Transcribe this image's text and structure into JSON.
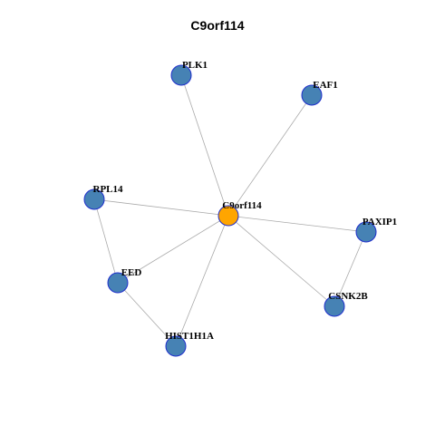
{
  "title": "C9orf114",
  "colors": {
    "center_fill": "#FFA500",
    "node_fill": "#4682B4",
    "node_stroke": "#1F2FCC",
    "edge": "#AAAAAA"
  },
  "nodes": [
    {
      "id": "C9orf114",
      "label": "C9orf114",
      "center": true
    },
    {
      "id": "PLK1",
      "label": "PLK1"
    },
    {
      "id": "EAF1",
      "label": "EAF1"
    },
    {
      "id": "RPL14",
      "label": "RPL14"
    },
    {
      "id": "PAXIP1",
      "label": "PAXIP1"
    },
    {
      "id": "EED",
      "label": "EED"
    },
    {
      "id": "CSNK2B",
      "label": "CSNK2B"
    },
    {
      "id": "HIST1H1A",
      "label": "HIST1H1A"
    }
  ],
  "edges": [
    [
      "C9orf114",
      "PLK1"
    ],
    [
      "C9orf114",
      "EAF1"
    ],
    [
      "C9orf114",
      "RPL14"
    ],
    [
      "C9orf114",
      "PAXIP1"
    ],
    [
      "C9orf114",
      "EED"
    ],
    [
      "C9orf114",
      "CSNK2B"
    ],
    [
      "C9orf114",
      "HIST1H1A"
    ],
    [
      "RPL14",
      "EED"
    ],
    [
      "EED",
      "HIST1H1A"
    ],
    [
      "PAXIP1",
      "CSNK2B"
    ]
  ]
}
